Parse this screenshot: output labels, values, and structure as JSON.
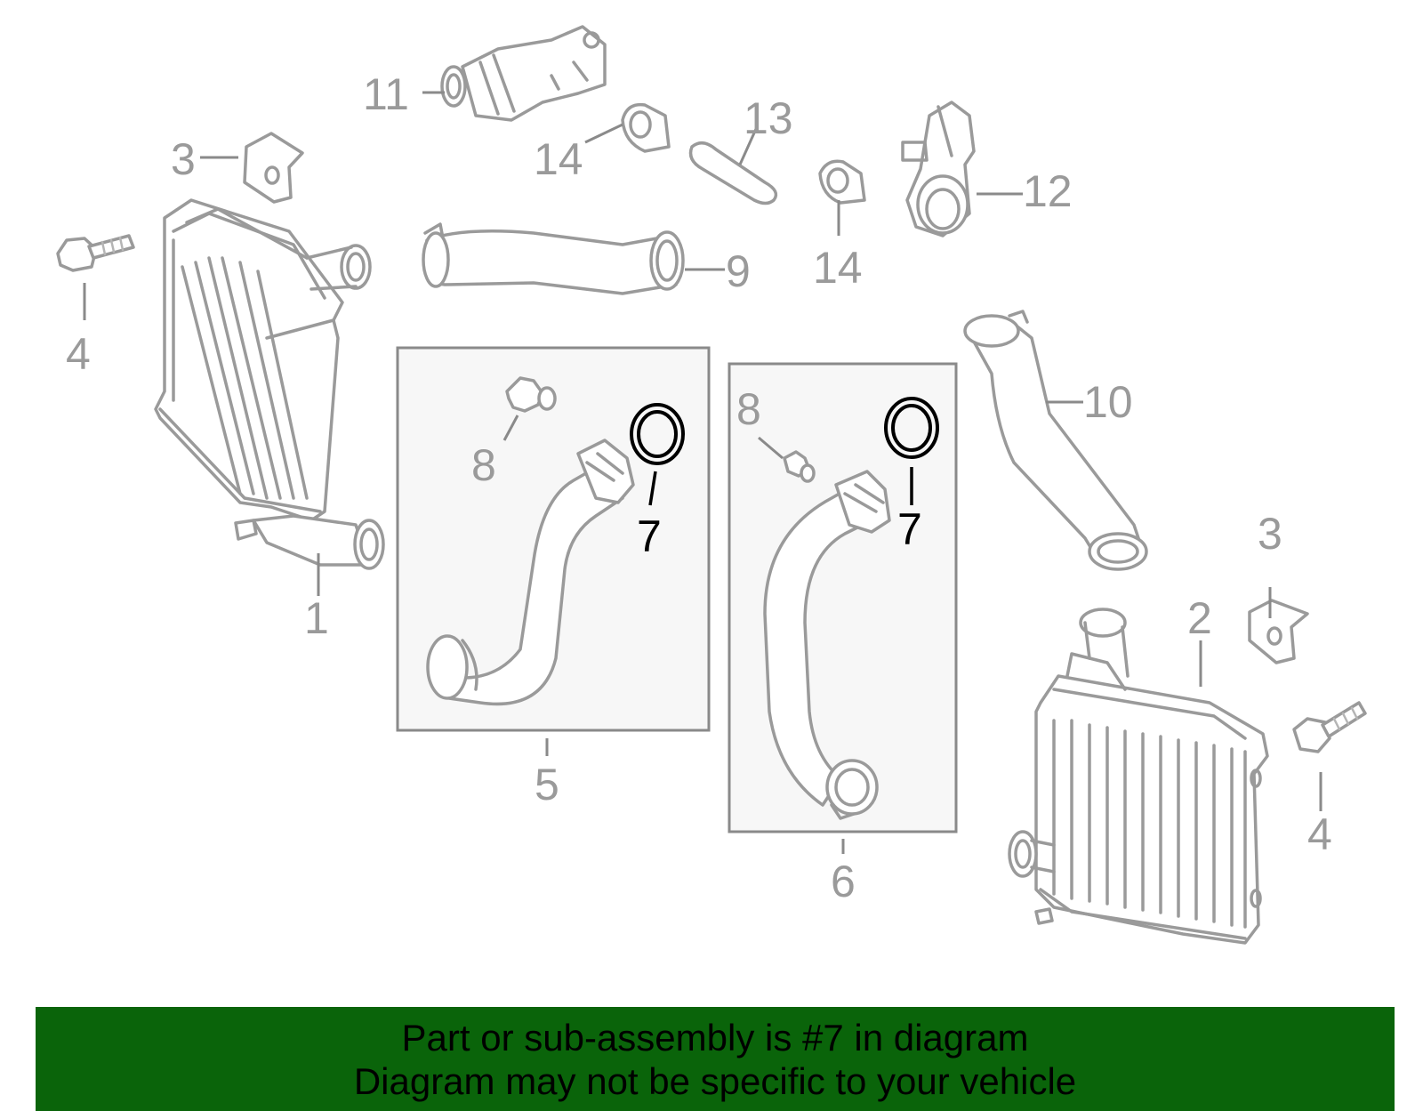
{
  "callouts": {
    "c1": "1",
    "c2": "2",
    "c3a": "3",
    "c3b": "3",
    "c4a": "4",
    "c4b": "4",
    "c5": "5",
    "c6": "6",
    "c7a": "7",
    "c7b": "7",
    "c8a": "8",
    "c8b": "8",
    "c9": "9",
    "c10": "10",
    "c11": "11",
    "c12": "12",
    "c13": "13",
    "c14a": "14",
    "c14b": "14"
  },
  "highlighted_part": "7",
  "banner": {
    "line1": "Part or sub-assembly is #7 in diagram",
    "line2": "Diagram may not be specific to your vehicle"
  },
  "colors": {
    "banner_bg": "#0a640a",
    "part_lines": "#9a9a9a",
    "highlight": "#000000"
  }
}
